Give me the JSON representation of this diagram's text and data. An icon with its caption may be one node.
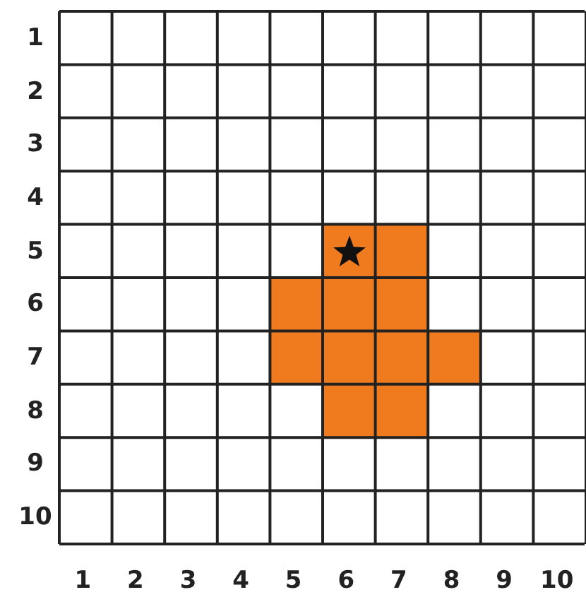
{
  "diagram": {
    "labels": [
      "1",
      "2",
      "3",
      "4",
      "5",
      "6",
      "7",
      "8",
      "9",
      "10",
      "1",
      "2",
      "3",
      "4",
      "5",
      "6",
      "7",
      "8",
      "9",
      "10"
    ]
  }
}
